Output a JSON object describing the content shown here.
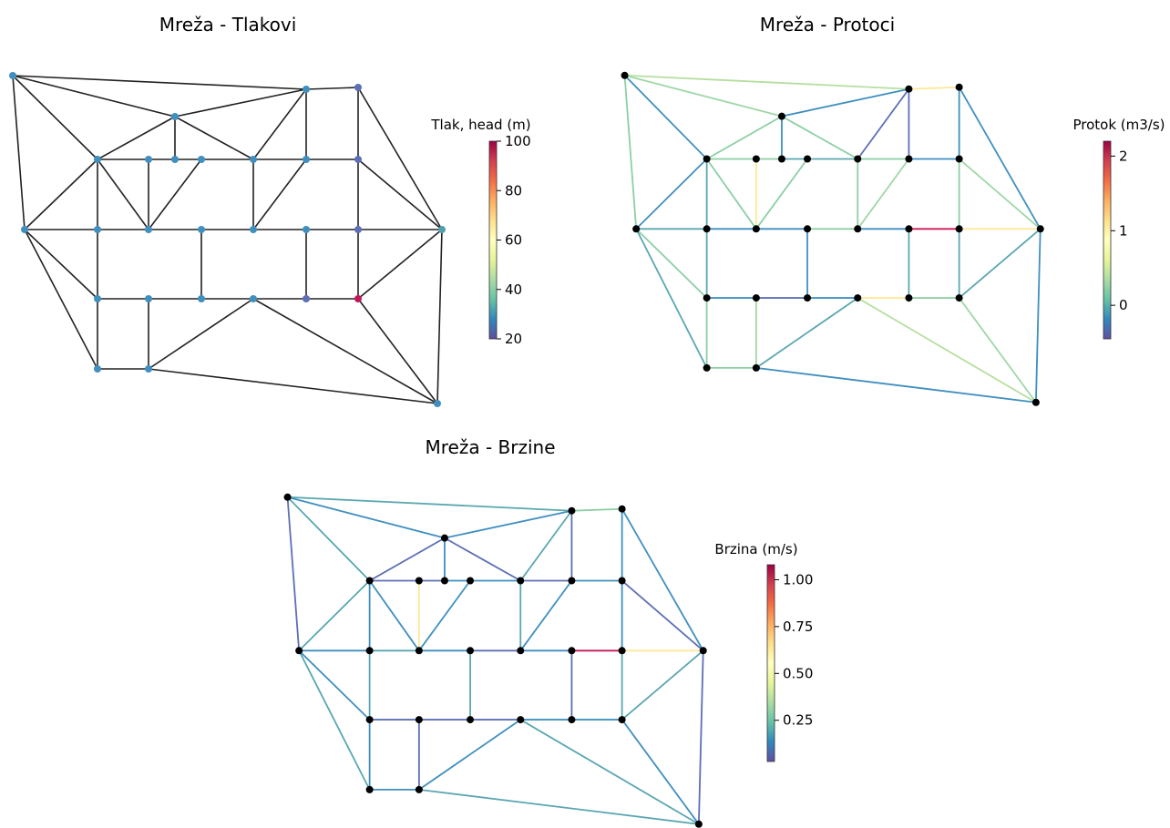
{
  "panels": [
    {
      "id": "pressure",
      "title": "Mreža - Tlakovi",
      "mode": "node-colored",
      "edge_color": "#222222",
      "node_colors": {
        "0": "#3f8fbf",
        "1": "#3f8fbf",
        "2": "#5d6fb5",
        "3": "#3f8fbf",
        "4": "#3f8fbf",
        "5": "#3f8fbf",
        "6": "#3f8fbf",
        "7": "#3f8fbf",
        "8": "#3f8fbf",
        "9": "#3f8fbf",
        "10": "#5d6fb5",
        "11": "#3f8fbf",
        "12": "#3f8fbf",
        "13": "#3f8fbf",
        "14": "#3f8fbf",
        "15": "#3f8fbf",
        "16": "#3f8fbf",
        "17": "#5d6fb5",
        "18": "#4f9fae",
        "19": "#3f8fbf",
        "20": "#3f8fbf",
        "21": "#3f8fbf",
        "22": "#3f8fbf",
        "23": "#5d6fb5",
        "24": "#c2185b",
        "25": "#3f8fbf",
        "26": "#3f8fbf"
      },
      "colorbar": {
        "label": "Tlak, head (m)",
        "ticks": [
          "20",
          "40",
          "60",
          "80",
          "100"
        ],
        "min": 20,
        "max": 100
      }
    },
    {
      "id": "flow",
      "title": "Mreža - Protoci",
      "mode": "edge-colored",
      "edge_colors": [
        "#b5df9f",
        "#9fd7a6",
        "#3f8fbf",
        "#8ccfa4",
        "#fee899",
        "#3f8fbf",
        "#5d6fb5",
        "#5d6fb5",
        "#3f8fbf",
        "#3f8fbf",
        "#8ccfa4",
        "#3f8fbf",
        "#8ccfa4",
        "#8ccfa4",
        "#8ccfa4",
        "#5ba7b0",
        "#5ba7b0",
        "#8ccfa4",
        "#3f8fbf",
        "#3f8fbf",
        "#5ba7b0",
        "#8ccfa4",
        "#9fd7a6",
        "#8ccfa4",
        "#9fd7a6",
        "#5ba7b0",
        "#3f8fbf",
        "#3f8fbf",
        "#8ccfa4",
        "#3f8fbf",
        "#d2185b",
        "#fee899",
        "#8ccfa4",
        "#5ba7b0",
        "#5ba7b0",
        "#5ba7b0",
        "#3f8fbf",
        "#fee899",
        "#8ccfa4",
        "#8ccfa4",
        "#5ba7b0",
        "#3f8fbf",
        "#5ba7b0",
        "#3f8fbf",
        "#5d6fb5",
        "#3f8fbf",
        "#fee899",
        "#8ccfa4",
        "#8ccfa4",
        "#8ccfa4",
        "#9fd7a6",
        "#5ba7b0",
        "#3f8fbf"
      ],
      "colorbar": {
        "label": "Protok (m3/s)",
        "ticks": [
          "0",
          "1",
          "2"
        ],
        "min": -0.45,
        "max": 2.2
      }
    },
    {
      "id": "velocity",
      "title": "Mreža - Brzine",
      "mode": "edge-colored",
      "edge_colors": [
        "#5ba7b0",
        "#3f8fbf",
        "#5ba7b0",
        "#5d6fb5",
        "#8ccfa4",
        "#3f8fbf",
        "#5ba7b0",
        "#5d6fb5",
        "#3f8fbf",
        "#3f8fbf",
        "#5d6fb5",
        "#3f8fbf",
        "#5d6fb5",
        "#5d6fb5",
        "#5d6fb5",
        "#3f8fbf",
        "#3f8fbf",
        "#5d6fb5",
        "#3f8fbf",
        "#5ba7b0",
        "#3f8fbf",
        "#3f8fbf",
        "#5d6fb5",
        "#3f8fbf",
        "#3f8fbf",
        "#3f8fbf",
        "#5ba7b0",
        "#3f8fbf",
        "#5d6fb5",
        "#3f8fbf",
        "#c2185b",
        "#fee899",
        "#3f8fbf",
        "#5ba7b0",
        "#5ba7b0",
        "#5ba7b0",
        "#5d6fb5",
        "#fee899",
        "#5ba7b0",
        "#3f8fbf",
        "#5ba7b0",
        "#5ba7b0",
        "#5d6fb5",
        "#5d6fb5",
        "#5d6fb5",
        "#5d6fb5",
        "#3f8fbf",
        "#3f8fbf",
        "#3f8fbf",
        "#3f8fbf",
        "#5d6fb5",
        "#3f8fbf",
        "#5ba7b0"
      ],
      "colorbar": {
        "label": "Brzina (m/s)",
        "ticks": [
          "0.25",
          "0.50",
          "0.75",
          "1.00"
        ],
        "min": 0.03,
        "max": 1.08
      }
    }
  ]
}
